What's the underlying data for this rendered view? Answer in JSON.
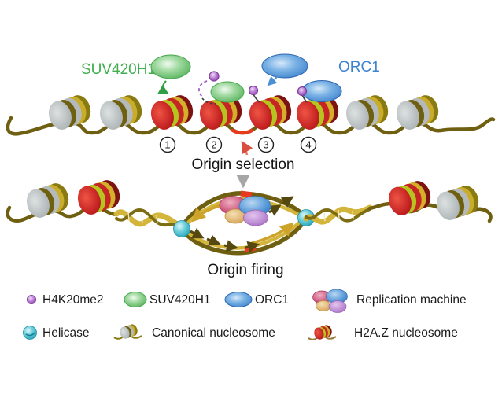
{
  "top_panel": {
    "suv420h1_label": "SUV420H1",
    "orc1_label": "ORC1",
    "steps": [
      "1",
      "2",
      "3",
      "4"
    ],
    "caption": "Origin selection"
  },
  "bottom_panel": {
    "caption": "Origin firing"
  },
  "legend": {
    "h4k20me2": "H4K20me2",
    "suv420h1": "SUV420H1",
    "orc1": "ORC1",
    "replication_machine": "Replication machine",
    "helicase": "Helicase",
    "canonical_nucleosome": "Canonical nucleosome",
    "h2az_nucleosome": "H2A.Z nucleosome"
  },
  "colors": {
    "suv420h1_green": "#57b45f",
    "suv420h1_text_green": "#3fae4e",
    "orc1_blue": "#4a8fd3",
    "orc1_text_blue": "#3e82d2",
    "h4k20me2_purple": "#a45fc0",
    "helicase_teal": "#35b6c9",
    "h2az_nucleosome_red": "#c62525",
    "canonical_nucleosome_gray": "#b4babb",
    "dna_dark_olive": "#6f5f10",
    "dna_gold": "#d2b53a",
    "origin_mark_red": "#e8391f",
    "selection_arrow_salmon": "#e0806b",
    "flow_arrow_gray": "#a6a6a6",
    "machine_pink": "#c94a72",
    "machine_blue": "#4f93d6",
    "machine_tan": "#d9a95e",
    "machine_purple": "#a86fc4",
    "caption_black": "#141414"
  }
}
